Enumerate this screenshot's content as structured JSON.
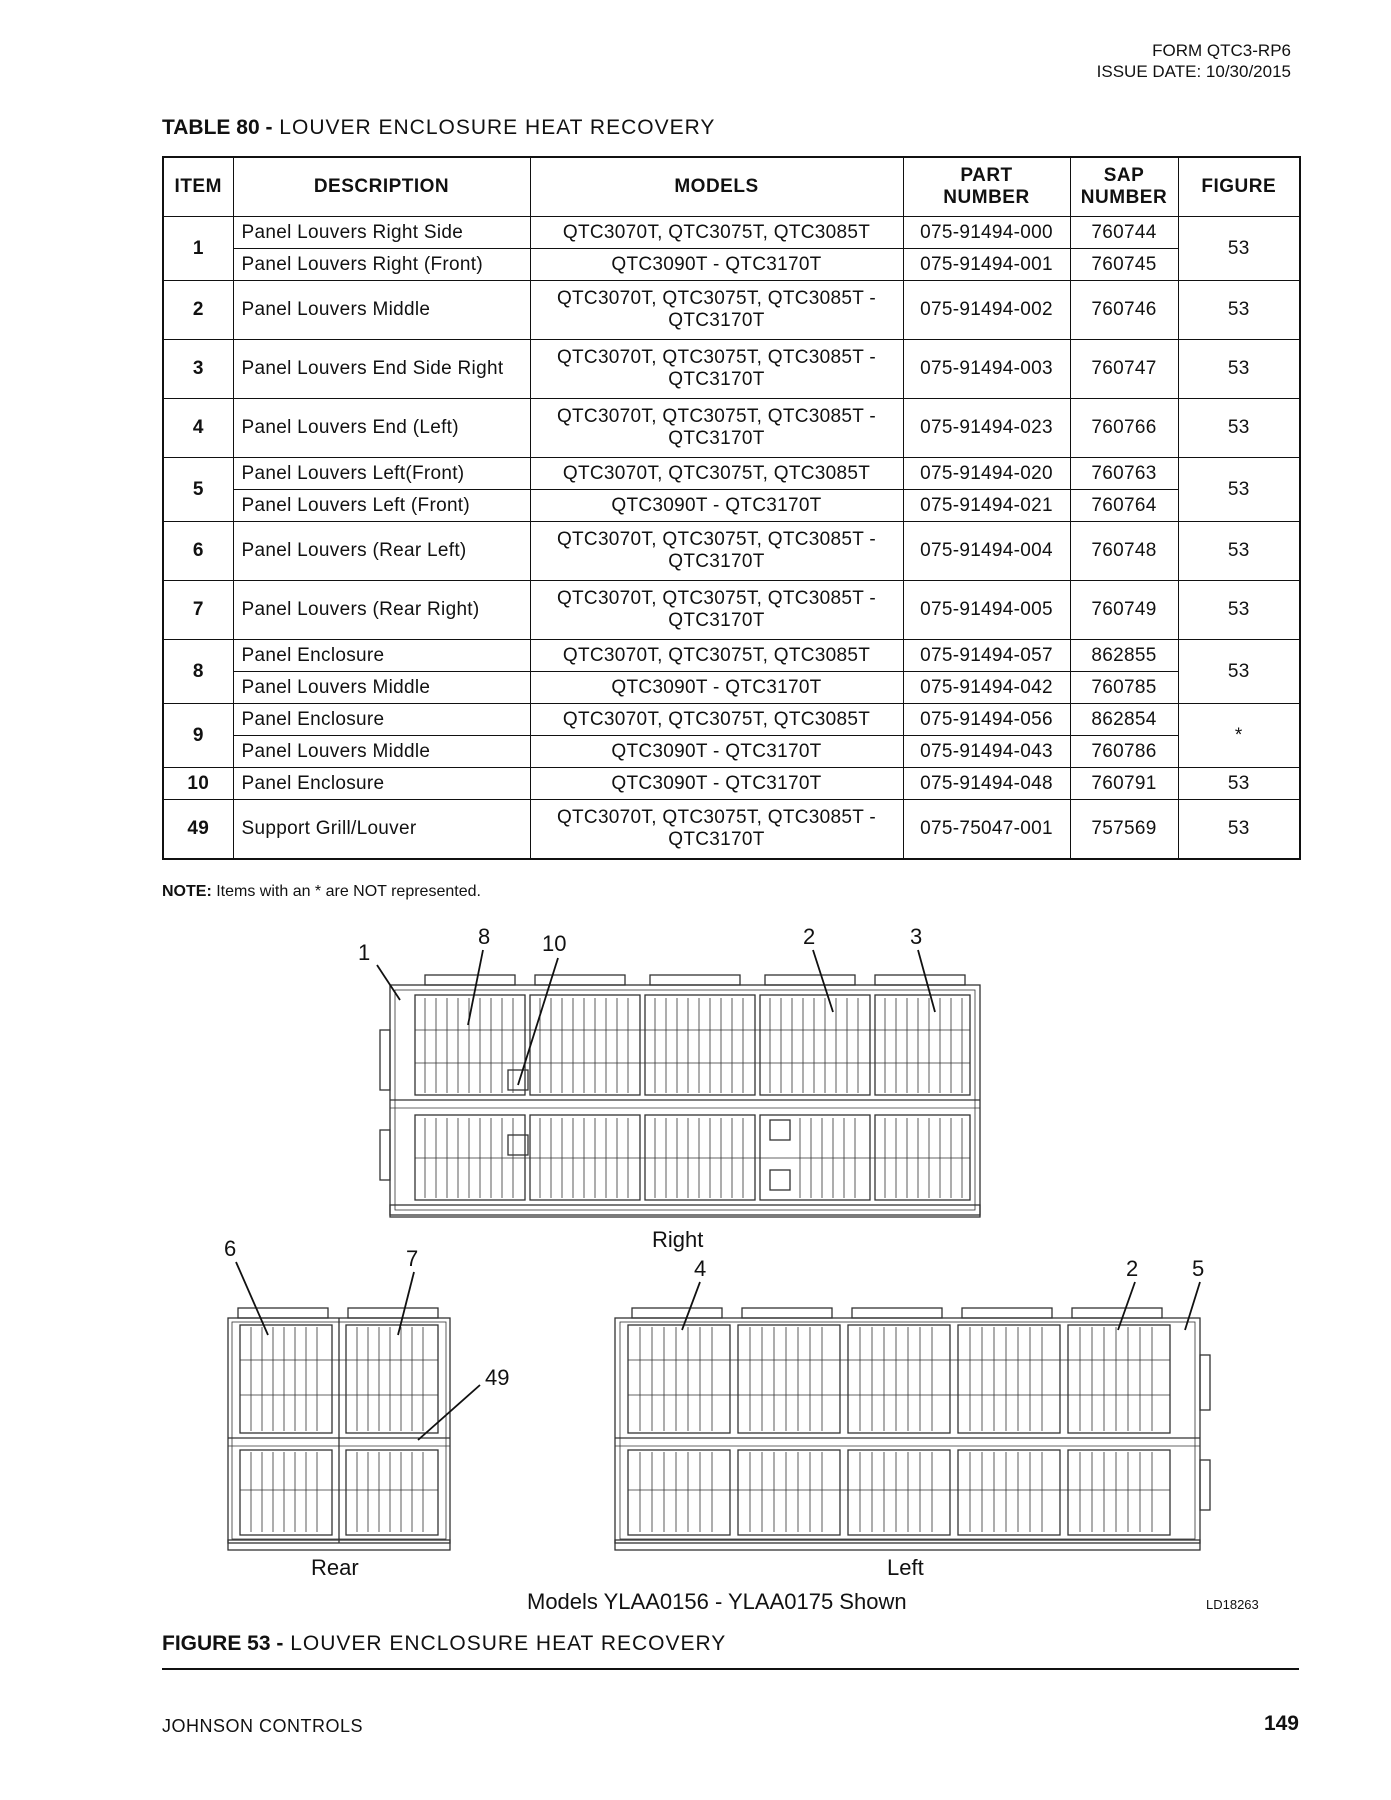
{
  "header": {
    "form": "FORM QTC3-RP6",
    "issue_date": "ISSUE DATE: 10/30/2015"
  },
  "table": {
    "title_bold": "TABLE 80 -",
    "title_text": " LOUVER ENCLOSURE HEAT RECOVERY",
    "headers": {
      "item": "ITEM",
      "description": "DESCRIPTION",
      "models": "MODELS",
      "part_1": "PART",
      "part_2": "NUMBER",
      "sap_1": "SAP",
      "sap_2": "NUMBER",
      "figure": "FIGURE"
    },
    "rows": [
      {
        "item": "1",
        "figure": "53",
        "lines": [
          {
            "description": "Panel Louvers Right Side",
            "models": "QTC3070T, QTC3075T, QTC3085T",
            "part": "075-91494-000",
            "sap": "760744"
          },
          {
            "description": "Panel Louvers Right (Front)",
            "models": "QTC3090T - QTC3170T",
            "part": "075-91494-001",
            "sap": "760745"
          }
        ]
      },
      {
        "item": "2",
        "figure": "53",
        "lines": [
          {
            "description": "Panel Louvers Middle",
            "models_1": "QTC3070T, QTC3075T, QTC3085T -",
            "models_2": "QTC3170T",
            "part": "075-91494-002",
            "sap": "760746"
          }
        ]
      },
      {
        "item": "3",
        "figure": "53",
        "lines": [
          {
            "description": "Panel Louvers End Side Right",
            "models_1": "QTC3070T, QTC3075T, QTC3085T -",
            "models_2": "QTC3170T",
            "part": "075-91494-003",
            "sap": "760747"
          }
        ]
      },
      {
        "item": "4",
        "figure": "53",
        "lines": [
          {
            "description": "Panel Louvers End (Left)",
            "models_1": "QTC3070T, QTC3075T, QTC3085T -",
            "models_2": "QTC3170T",
            "part": "075-91494-023",
            "sap": "760766"
          }
        ]
      },
      {
        "item": "5",
        "figure": "53",
        "lines": [
          {
            "description": "Panel Louvers Left(Front)",
            "models": "QTC3070T, QTC3075T, QTC3085T",
            "part": "075-91494-020",
            "sap": "760763"
          },
          {
            "description": "Panel Louvers Left (Front)",
            "models": "QTC3090T - QTC3170T",
            "part": "075-91494-021",
            "sap": "760764"
          }
        ]
      },
      {
        "item": "6",
        "figure": "53",
        "lines": [
          {
            "description": "Panel Louvers (Rear Left)",
            "models_1": "QTC3070T, QTC3075T, QTC3085T -",
            "models_2": "QTC3170T",
            "part": "075-91494-004",
            "sap": "760748"
          }
        ]
      },
      {
        "item": "7",
        "figure": "53",
        "lines": [
          {
            "description": "Panel Louvers (Rear Right)",
            "models_1": "QTC3070T, QTC3075T, QTC3085T -",
            "models_2": "QTC3170T",
            "part": "075-91494-005",
            "sap": "760749"
          }
        ]
      },
      {
        "item": "8",
        "figure": "53",
        "lines": [
          {
            "description": "Panel Enclosure",
            "models": "QTC3070T, QTC3075T, QTC3085T",
            "part": "075-91494-057",
            "sap": "862855"
          },
          {
            "description": "Panel Louvers Middle",
            "models": "QTC3090T - QTC3170T",
            "part": "075-91494-042",
            "sap": "760785"
          }
        ]
      },
      {
        "item": "9",
        "figure": "*",
        "lines": [
          {
            "description": "Panel Enclosure",
            "models": "QTC3070T, QTC3075T, QTC3085T",
            "part": "075-91494-056",
            "sap": "862854"
          },
          {
            "description": "Panel Louvers Middle",
            "models": "QTC3090T - QTC3170T",
            "part": "075-91494-043",
            "sap": "760786"
          }
        ]
      },
      {
        "item": "10",
        "figure": "53",
        "lines": [
          {
            "description": "Panel Enclosure",
            "models": "QTC3090T - QTC3170T",
            "part": "075-91494-048",
            "sap": "760791"
          }
        ]
      },
      {
        "item": "49",
        "figure": "53",
        "lines": [
          {
            "description": "Support Grill/Louver",
            "models_1": "QTC3070T, QTC3075T, QTC3085T -",
            "models_2": "QTC3170T",
            "part": "075-75047-001",
            "sap": "757569"
          }
        ]
      }
    ]
  },
  "note": {
    "label": "NOTE:",
    "text": " Items with an * are NOT represented."
  },
  "figure": {
    "callouts": {
      "c1": "1",
      "c8": "8",
      "c10": "10",
      "c2": "2",
      "c3": "3",
      "c6": "6",
      "c7": "7",
      "c49": "49",
      "c4": "4",
      "c2b": "2",
      "c5": "5"
    },
    "view_right": "Right",
    "view_rear": "Rear",
    "view_left": "Left",
    "models_shown": "Models YLAA0156 - YLAA0175 Shown",
    "drawing_id": "LD18263",
    "caption_bold": "FIGURE 53 -",
    "caption_text": " LOUVER ENCLOSURE HEAT RECOVERY"
  },
  "footer": {
    "company": "JOHNSON CONTROLS",
    "page": "149"
  }
}
